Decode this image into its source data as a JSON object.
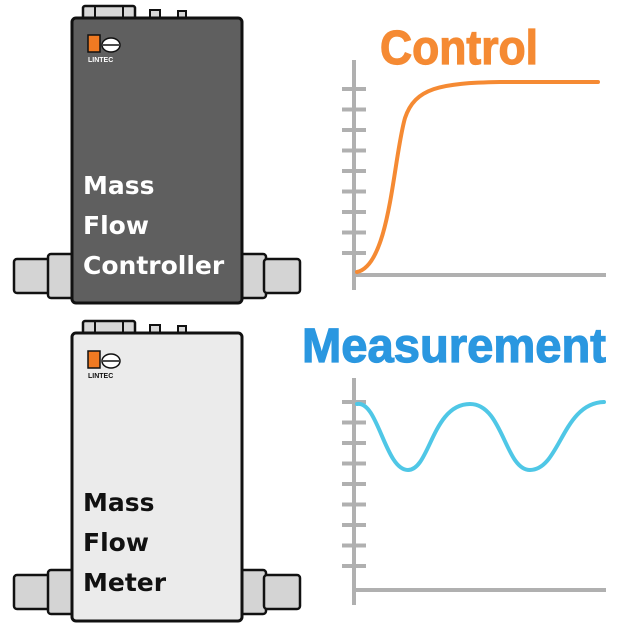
{
  "controller": {
    "brand": "LINTEC",
    "label_lines": [
      "Mass",
      "Flow",
      "Controller"
    ],
    "body_color": "#5f5f5f",
    "text_color": "#ffffff"
  },
  "meter": {
    "brand": "LINTEC",
    "label_lines": [
      "Mass",
      "Flow",
      "Meter"
    ],
    "body_color": "#ebebeb",
    "text_color": "#111111"
  },
  "control_chart": {
    "title": "Control",
    "color": "#f58a33",
    "curve": "step-response"
  },
  "measurement_chart": {
    "title": "Measurement",
    "color": "#4fc7e6",
    "curve": "oscillation"
  },
  "colors": {
    "logo_orange": "#f07a22",
    "axis": "#b0b0b0",
    "outline": "#111111"
  }
}
